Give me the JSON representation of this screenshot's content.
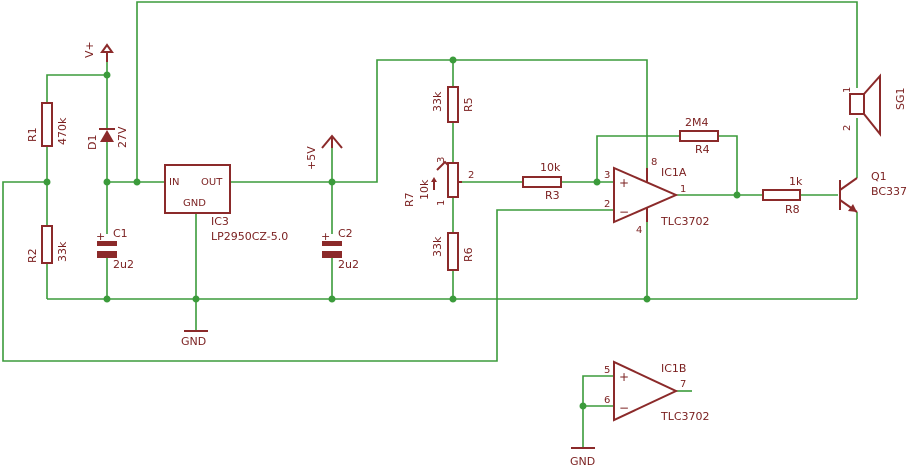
{
  "colors": {
    "wire": "#3b9b3b",
    "symbol": "#8b2a2a",
    "text": "#7a1f1f",
    "background": "#ffffff"
  },
  "supply": {
    "vplus": "V+",
    "plus5v": "+5V",
    "gnd1": "GND",
    "gnd2": "GND"
  },
  "r1": {
    "name": "R1",
    "value": "470k"
  },
  "r2": {
    "name": "R2",
    "value": "33k"
  },
  "d1": {
    "name": "D1",
    "value": "27V"
  },
  "c1": {
    "name": "C1",
    "value": "2u2"
  },
  "c2": {
    "name": "C2",
    "value": "2u2"
  },
  "ic3": {
    "name": "IC3",
    "part": "LP2950CZ-5.0",
    "pin_in": "IN",
    "pin_out": "OUT",
    "pin_gnd": "GND"
  },
  "r5": {
    "name": "R5",
    "value": "33k"
  },
  "r6": {
    "name": "R6",
    "value": "33k"
  },
  "r7": {
    "name": "R7",
    "value": "10k",
    "pin1": "1",
    "pin2": "2",
    "pin3": "3"
  },
  "r3": {
    "name": "R3",
    "value": "10k"
  },
  "r4": {
    "name": "R4",
    "value": "2M4"
  },
  "r8": {
    "name": "R8",
    "value": "1k"
  },
  "ic1a": {
    "name": "IC1A",
    "part": "TLC3702",
    "plus": "+",
    "minus": "−",
    "pin_in_plus": "3",
    "pin_in_minus": "2",
    "pin_out": "1",
    "pin_vcc": "8",
    "pin_gnd": "4"
  },
  "ic1b": {
    "name": "IC1B",
    "part": "TLC3702",
    "plus": "+",
    "minus": "−",
    "pin_in_plus": "5",
    "pin_in_minus": "6",
    "pin_out": "7"
  },
  "q1": {
    "name": "Q1",
    "part": "BC337"
  },
  "sg1": {
    "name": "SG1",
    "pin1": "1",
    "pin2": "2"
  }
}
